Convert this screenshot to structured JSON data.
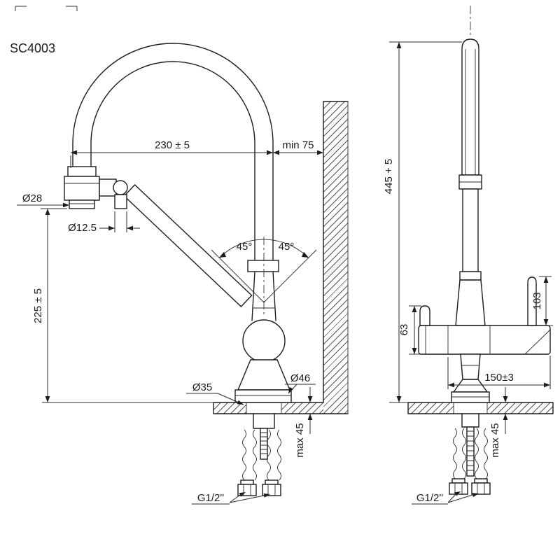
{
  "drawing": {
    "model": "SC4003",
    "left_view": {
      "reach": "230 ± 5",
      "wall_distance": "min 75",
      "spout_diameter": "Ø28",
      "pin_diameter": "Ø12.5",
      "swivel_angle_left": "45°",
      "swivel_angle_right": "45°",
      "outlet_height": "225 ± 5",
      "hole_diameter": "Ø35",
      "base_diameter": "Ø46",
      "max_counter_thickness": "max 45",
      "connection_thread": "G1/2''"
    },
    "right_view": {
      "total_height": "445 + 5",
      "side_outlet_height": "63",
      "handle_height": "103",
      "body_length": "150±3",
      "max_counter_thickness": "max 45",
      "connection_thread": "G1/2''"
    }
  }
}
